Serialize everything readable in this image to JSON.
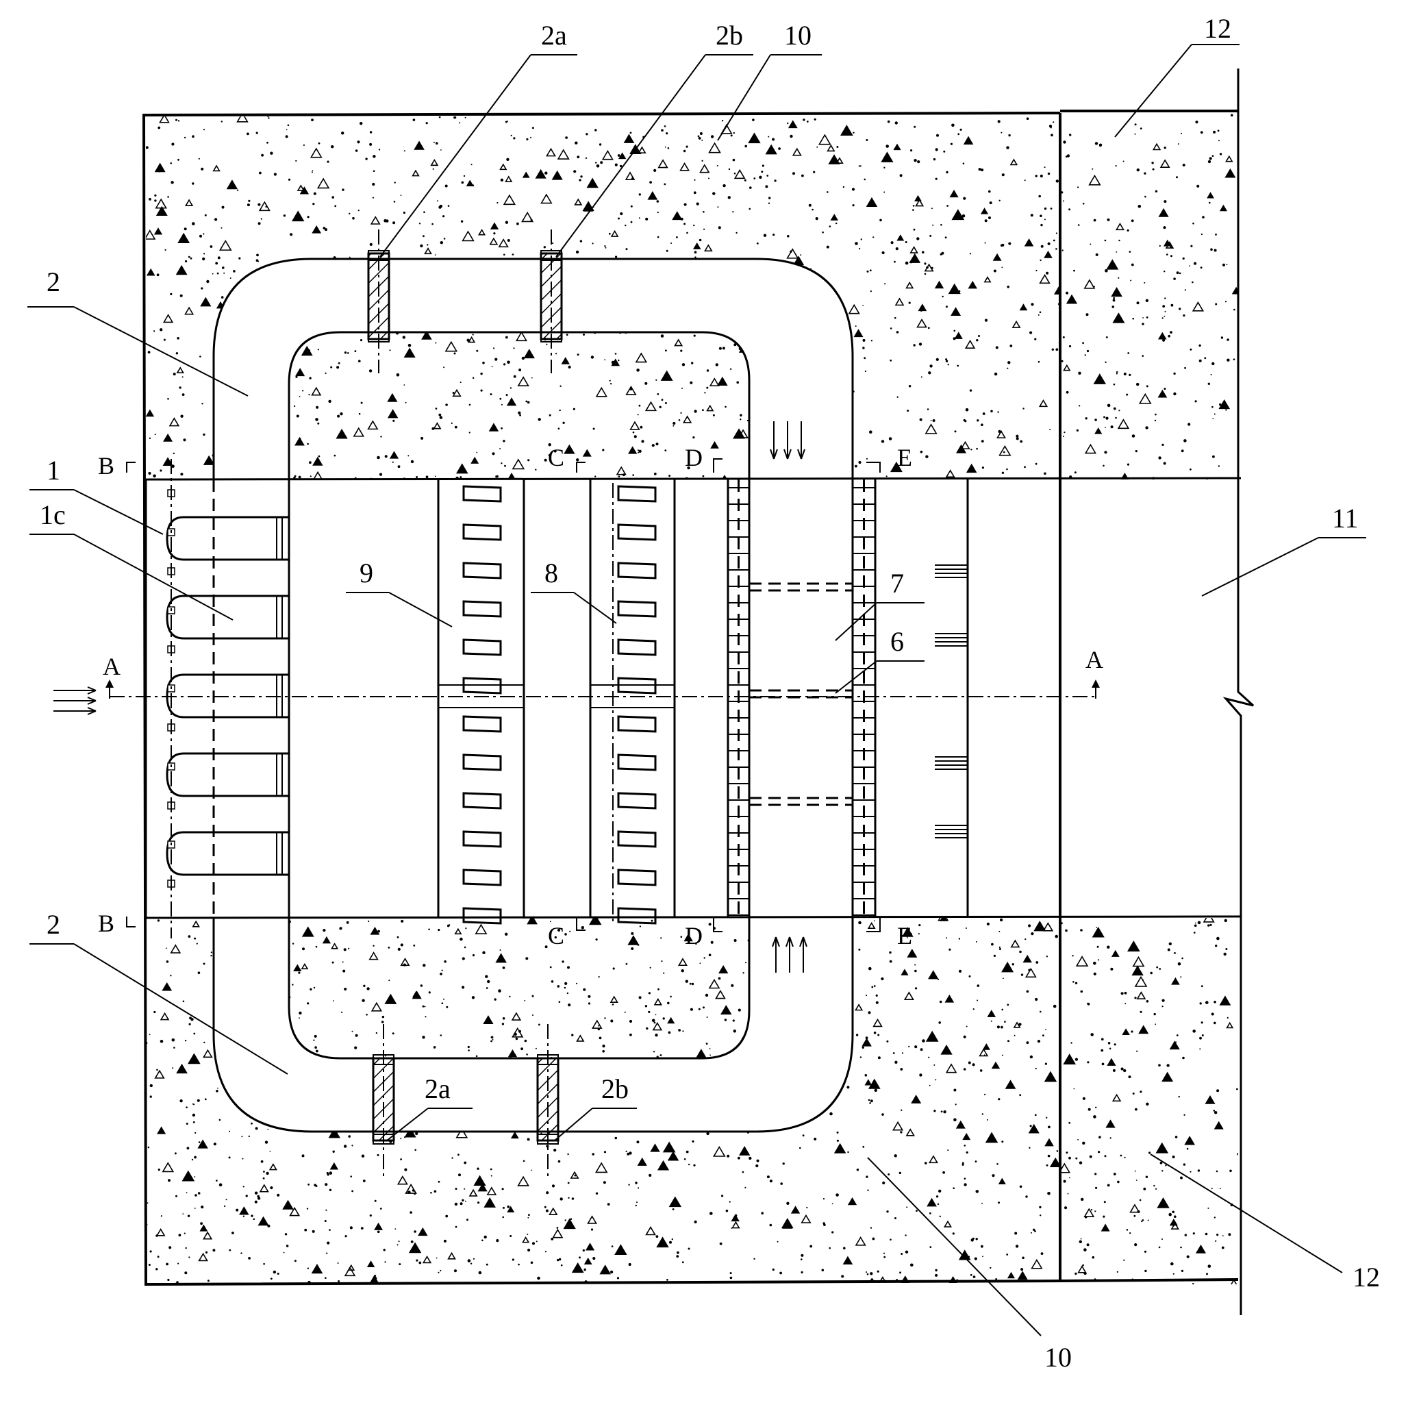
{
  "labels": {
    "l_2a_top": "2a",
    "l_2b_top": "2b",
    "l_10_top": "10",
    "l_12_top": "12",
    "l_2_upper": "2",
    "l_1": "1",
    "l_1c": "1c",
    "l_9": "9",
    "l_8": "8",
    "l_7": "7",
    "l_6": "6",
    "l_11": "11",
    "l_2_lower": "2",
    "l_2a_bot": "2a",
    "l_2b_bot": "2b",
    "l_10_bot": "10",
    "l_12_bot": "12"
  },
  "sections": {
    "A_left": "A",
    "A_right": "A",
    "B_top": "B",
    "B_bot": "B",
    "C_top": "C",
    "C_bot": "C",
    "D_top": "D",
    "D_bot": "D",
    "E_top": "E",
    "E_bot": "E"
  },
  "colors": {
    "line": "#000000",
    "background": "#ffffff",
    "hatch": "#000000"
  }
}
